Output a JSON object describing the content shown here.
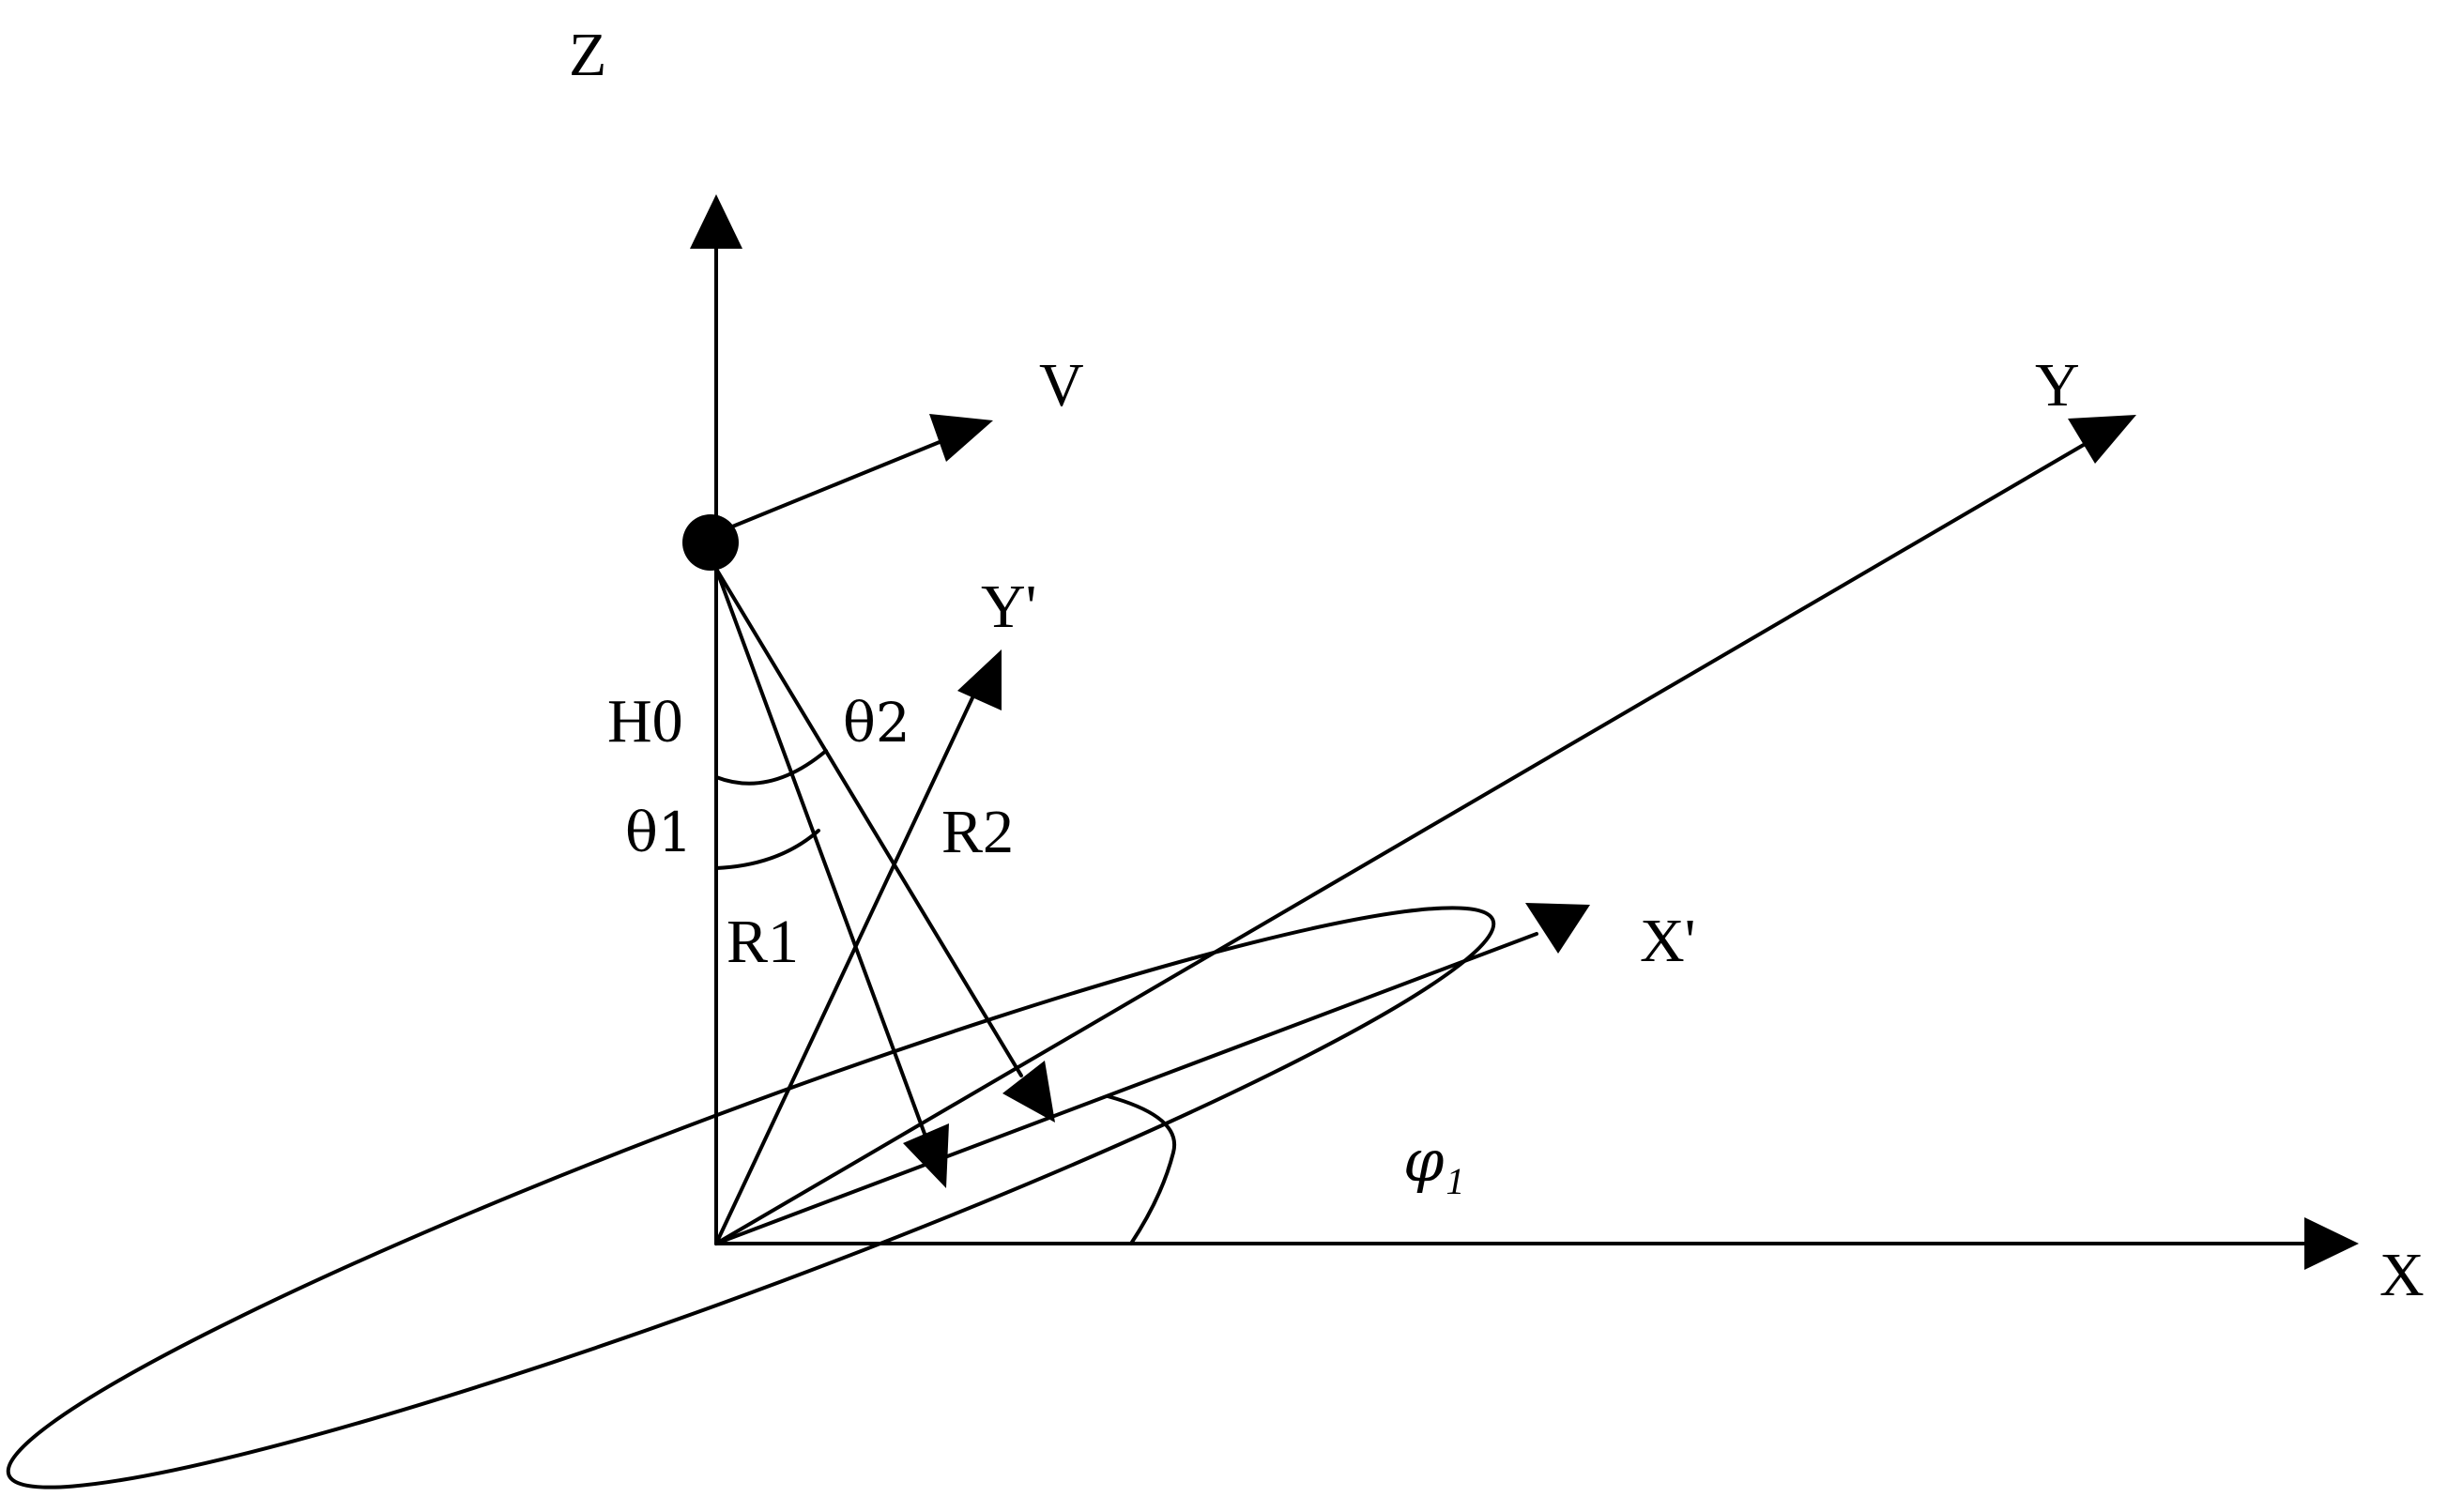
{
  "labels": {
    "z_axis": "Z",
    "x_axis": "X",
    "y_axis": "Y",
    "x_prime": "X'",
    "y_prime": "Y'",
    "velocity": "V",
    "height": "H0",
    "theta1": "θ1",
    "theta2": "θ2",
    "range1": "R1",
    "range2": "R2",
    "phi": "φ",
    "phi_subscript": "1"
  },
  "colors": {
    "stroke": "#000000",
    "background": "#ffffff"
  }
}
